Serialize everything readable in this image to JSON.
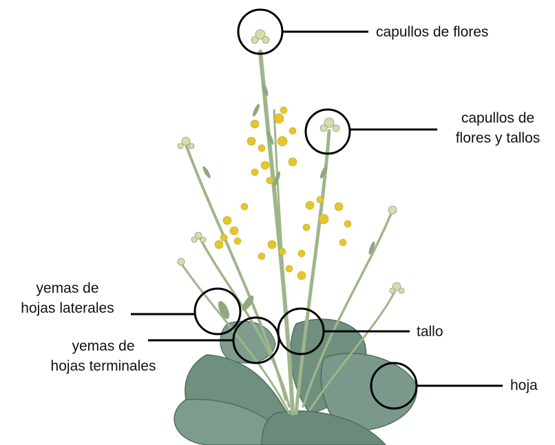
{
  "labels": {
    "flower_buds": "capullos de flores",
    "flower_buds_stems_line1": "capullos de",
    "flower_buds_stems_line2": "flores y tallos",
    "lateral_buds_line1": "yemas de",
    "lateral_buds_line2": "hojas laterales",
    "terminal_buds_line1": "yemas de",
    "terminal_buds_line2": "hojas terminales",
    "stem": "tallo",
    "leaf": "hoja"
  },
  "colors": {
    "text": "#111111",
    "callout": "#000000",
    "leaf": "#6f8f7f",
    "leaf_dark": "#4f6d5f",
    "stem": "#9fb58a",
    "flower": "#e4c62e"
  }
}
